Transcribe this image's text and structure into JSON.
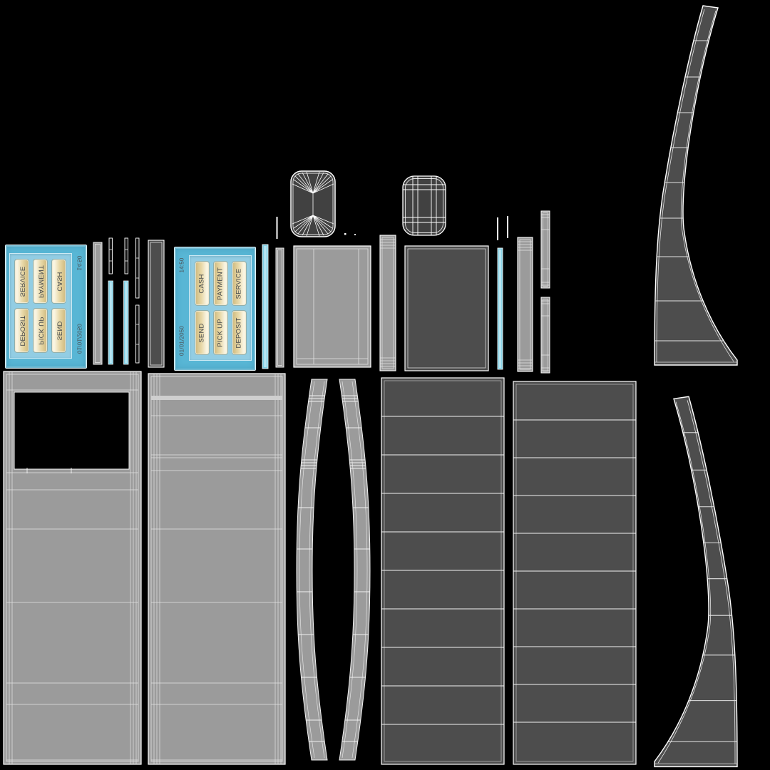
{
  "screen": {
    "time": "14:50",
    "date": "01/01/2050",
    "buttons": [
      {
        "label": "CASH"
      },
      {
        "label": "PAYMENT"
      },
      {
        "label": "SERVICE"
      },
      {
        "label": "SEND"
      },
      {
        "label": "PICK UP"
      },
      {
        "label": "DEPOSIT"
      }
    ]
  },
  "colors": {
    "background": "#000000",
    "screen_blue": "#58b6d5",
    "screen_panel_blue": "#92cde3",
    "button_light": "#e8d9a8",
    "button_dark": "#d2bd83",
    "wireframe_light": "#9b9b9b",
    "wireframe_dark": "#4d4d4d",
    "accent_cyan": "#7ed0e6",
    "wire_line": "#ffffff"
  }
}
